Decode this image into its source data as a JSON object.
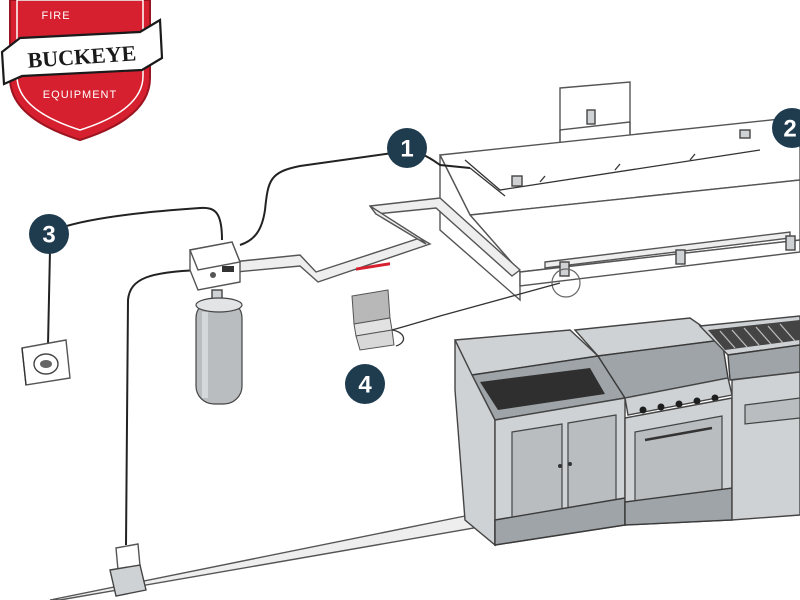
{
  "logo": {
    "top_text": "FIRE",
    "brand": "BUCKEYE",
    "bottom_text": "EQUIPMENT",
    "brand_color": "#d6202f"
  },
  "callouts": [
    {
      "number": "1"
    },
    {
      "number": "2"
    },
    {
      "number": "3"
    },
    {
      "number": "4"
    }
  ],
  "colors": {
    "callout_fill": "#1f3c4f",
    "line": "#222222",
    "steel": "#cfd2d4"
  }
}
